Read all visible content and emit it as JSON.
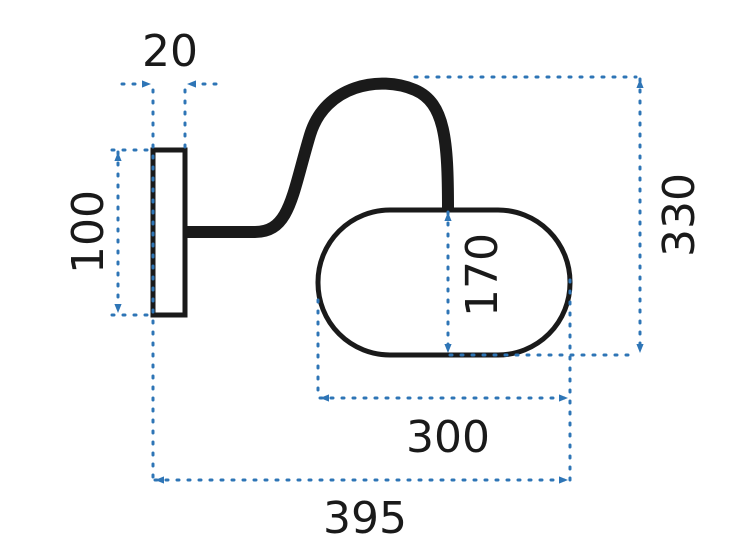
{
  "dimensions": {
    "bracket_width": "20",
    "bracket_height": "100",
    "shade_height": "170",
    "total_height": "330",
    "shade_width": "300",
    "total_width": "395"
  },
  "colors": {
    "line": "#1a1a1a",
    "dimension_arrow": "#2e75b6",
    "dotted_guide": "#2e75b6",
    "background": "#ffffff"
  }
}
